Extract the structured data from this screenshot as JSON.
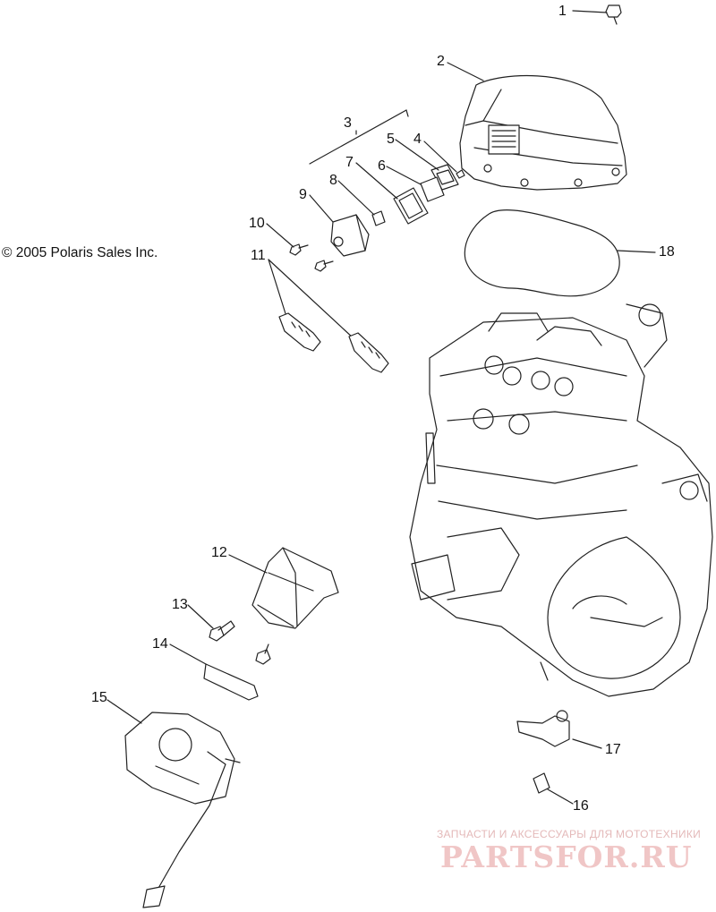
{
  "copyright": "© 2005 Polaris Sales Inc.",
  "watermark": {
    "tagline": "ЗАПЧАСТИ И АКСЕССУАРЫ ДЛЯ МОТОТЕХНИКИ",
    "logo": "PARTSFOR.RU",
    "color": "#f0c6c6"
  },
  "callouts": [
    {
      "id": 1,
      "label": "1",
      "part_icon": "bolt-icon"
    },
    {
      "id": 2,
      "label": "2",
      "part_icon": "valve-cover-icon"
    },
    {
      "id": 3,
      "label": "3",
      "part_icon": "bracket-icon"
    },
    {
      "id": 4,
      "label": "4",
      "part_icon": "screw-icon"
    },
    {
      "id": 5,
      "label": "5",
      "part_icon": "plate-icon"
    },
    {
      "id": 6,
      "label": "6",
      "part_icon": "gasket-icon"
    },
    {
      "id": 7,
      "label": "7",
      "part_icon": "gasket-icon"
    },
    {
      "id": 8,
      "label": "8",
      "part_icon": "clip-icon"
    },
    {
      "id": 9,
      "label": "9",
      "part_icon": "sensor-icon"
    },
    {
      "id": 10,
      "label": "10",
      "part_icon": "bolt-icon"
    },
    {
      "id": 11,
      "label": "11",
      "part_icon": "spark-plug-icon"
    },
    {
      "id": 12,
      "label": "12",
      "part_icon": "intake-boot-icon"
    },
    {
      "id": 13,
      "label": "13",
      "part_icon": "bolt-icon"
    },
    {
      "id": 14,
      "label": "14",
      "part_icon": "pin-icon"
    },
    {
      "id": 15,
      "label": "15",
      "part_icon": "throttle-body-icon"
    },
    {
      "id": 16,
      "label": "16",
      "part_icon": "plug-icon"
    },
    {
      "id": 17,
      "label": "17",
      "part_icon": "sensor-icon"
    },
    {
      "id": 18,
      "label": "18",
      "part_icon": "gasket-icon"
    }
  ]
}
